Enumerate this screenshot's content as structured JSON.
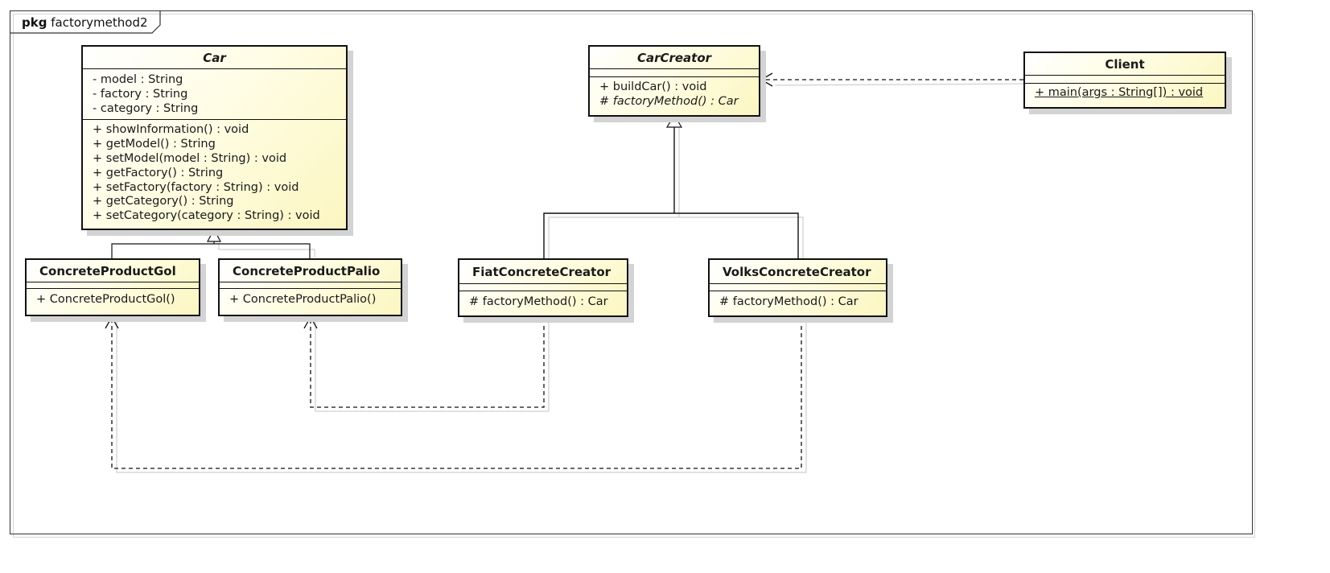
{
  "frame": {
    "keyword": "pkg",
    "name": "factorymethod2"
  },
  "classes": {
    "car": {
      "name": "Car",
      "attributes": [
        "- model : String",
        "- factory : String",
        "- category : String"
      ],
      "operations": [
        "+ showInformation() : void",
        "+ getModel() : String",
        "+ setModel(model : String) : void",
        "+ getFactory() : String",
        "+ setFactory(factory : String) : void",
        "+ getCategory() : String",
        "+ setCategory(category : String) : void"
      ]
    },
    "car_creator": {
      "name": "CarCreator",
      "operations": [
        "+ buildCar() : void",
        "# factoryMethod() : Car"
      ]
    },
    "client": {
      "name": "Client",
      "operations": [
        "+ main(args : String[]) : void"
      ]
    },
    "concrete_product_gol": {
      "name": "ConcreteProductGol",
      "operations": [
        "+ ConcreteProductGol()"
      ]
    },
    "concrete_product_palio": {
      "name": "ConcreteProductPalio",
      "operations": [
        "+ ConcreteProductPalio()"
      ]
    },
    "fiat_concrete_creator": {
      "name": "FiatConcreteCreator",
      "operations": [
        "# factoryMethod() : Car"
      ]
    },
    "volks_concrete_creator": {
      "name": "VolksConcreteCreator",
      "operations": [
        "# factoryMethod() : Car"
      ]
    }
  },
  "relationships": [
    {
      "type": "generalization",
      "from": "ConcreteProductGol",
      "to": "Car"
    },
    {
      "type": "generalization",
      "from": "ConcreteProductPalio",
      "to": "Car"
    },
    {
      "type": "generalization",
      "from": "FiatConcreteCreator",
      "to": "CarCreator"
    },
    {
      "type": "generalization",
      "from": "VolksConcreteCreator",
      "to": "CarCreator"
    },
    {
      "type": "dependency",
      "from": "Client",
      "to": "CarCreator"
    },
    {
      "type": "dependency",
      "from": "FiatConcreteCreator",
      "to": "ConcreteProductPalio"
    },
    {
      "type": "dependency",
      "from": "VolksConcreteCreator",
      "to": "ConcreteProductGol"
    }
  ]
}
